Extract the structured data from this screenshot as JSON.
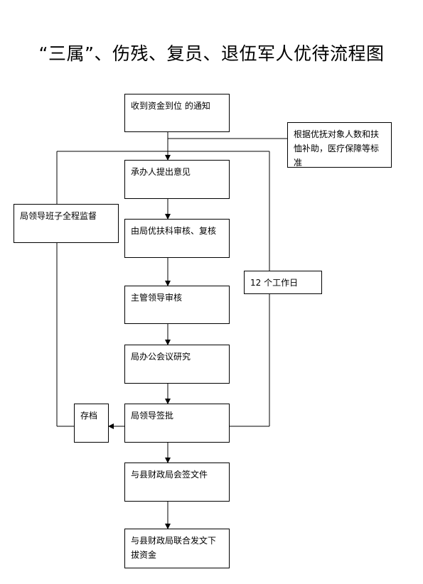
{
  "title": "“三属”、伤残、复员、退伍军人优待流程图",
  "nodes": {
    "notice": "收到资金到位 的通知",
    "basis": "根据优抚对象人数和扶恤补助，医疗保障等标准",
    "opinion": "承办人提出意见",
    "review": "由局优扶科审核、复核",
    "leader_review": "主管领导审核",
    "meeting": "局办公会议研究",
    "approve": "局领导签批",
    "archive": "存档",
    "countersign": "与县财政局会签文件",
    "joint_issue": "与县财政局联合发文下拔资金",
    "supervision": "局领导班子全程监督",
    "deadline": "12 个工作日"
  }
}
